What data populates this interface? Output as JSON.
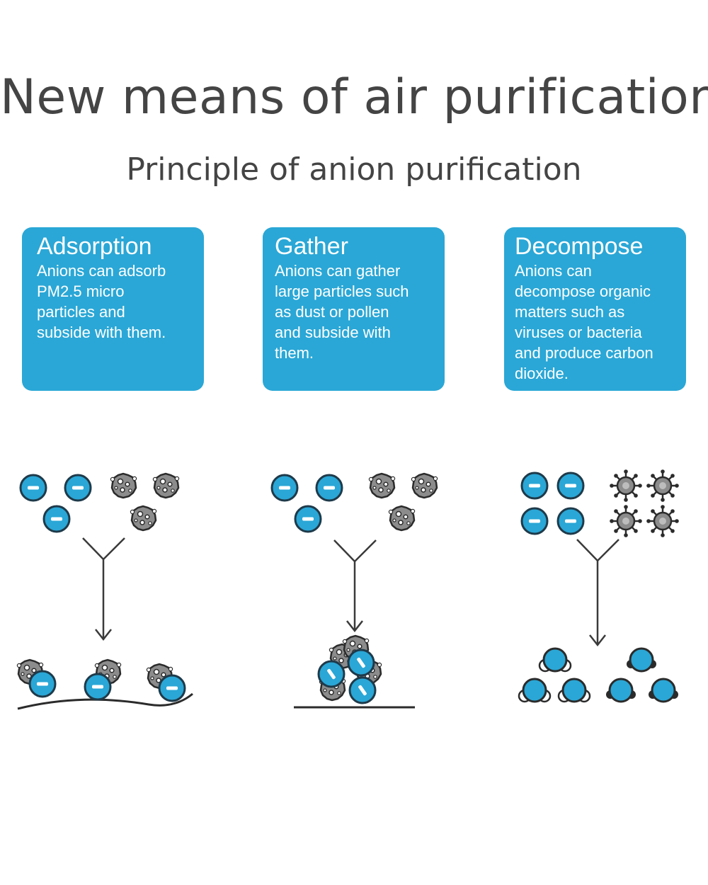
{
  "title": "New means of air purification",
  "subtitle": "Principle of anion purification",
  "colors": {
    "accent": "#2aa7d6",
    "text": "#444444",
    "particle": "#8c8c8c"
  },
  "cards": [
    {
      "heading": "Adsorption",
      "text": "Anions can adsorb\nPM2.5 micro\nparticles and\nsubside with them."
    },
    {
      "heading": "Gather",
      "text": "Anions can gather\nlarge particles such\nas dust or pollen\nand subside with\nthem."
    },
    {
      "heading": "Decompose",
      "text": "Anions can\ndecompose organic\nmatters such as\nviruses or bacteria\nand produce carbon\ndioxide."
    }
  ],
  "icons": [
    "anion-icon",
    "dust-particle-icon",
    "virus-icon",
    "carbon-dioxide-icon",
    "arrow-down-icon"
  ]
}
